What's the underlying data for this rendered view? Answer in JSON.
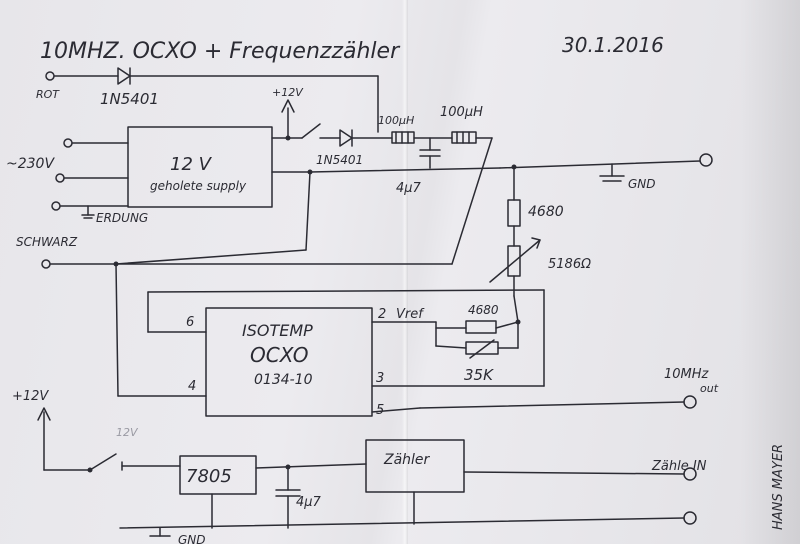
{
  "title": "10MHZ. OCXO + Frequenzzähler",
  "date": "30.1.2016",
  "labels": {
    "rot": "ROT",
    "diode_top": "1N5401",
    "v230": "~230V",
    "erdung": "ERDUNG",
    "schwarz": "SCHWARZ",
    "supply_line1": "12 V",
    "supply_line2": "geholete supply",
    "plus12v_switch": "+12V",
    "diode_mid": "1N5401",
    "ind1": "100µH",
    "ind2": "100µH",
    "cap1": "4µ7",
    "gnd_top": "GND",
    "r4680_top": "4680",
    "r5186": "5186Ω",
    "ocxo_line1": "ISOTEMP",
    "ocxo_line2": "OCXO",
    "ocxo_line3": "0134-10",
    "pin6": "6",
    "pin4": "4",
    "pin2": "2",
    "pin3": "3",
    "pin5": "5",
    "vref": "Vref",
    "r4680_mid": "4680",
    "r35k": "35K",
    "out_10mhz_line1": "10MHz",
    "out_10mhz_line2": "out",
    "plus12v_left": "+12V",
    "sw_faint": "12V",
    "reg": "7805",
    "cap2": "4µ7",
    "zaehler": "Zähler",
    "zaehler_in": "Zähle IN",
    "gnd_bottom": "GND",
    "author": "HANS MAYER"
  }
}
